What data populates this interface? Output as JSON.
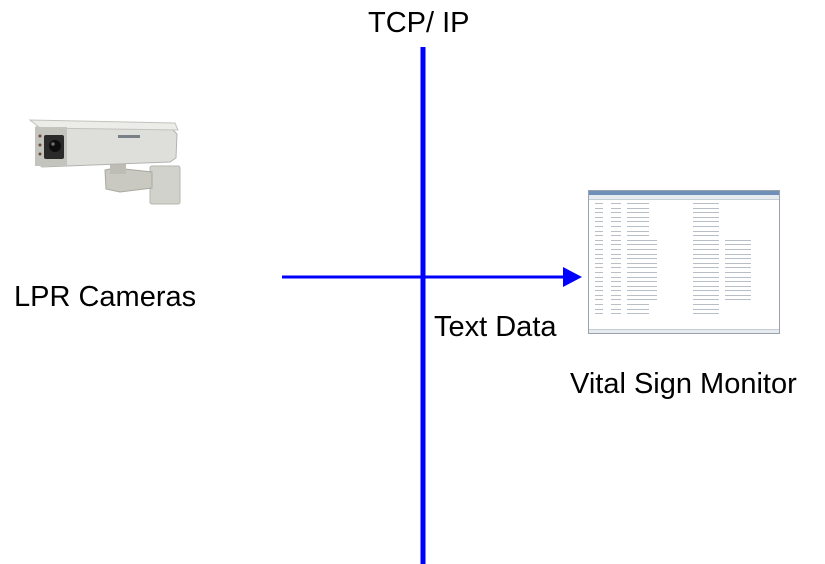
{
  "network": {
    "label": "TCP/ IP"
  },
  "source": {
    "label": "LPR Cameras",
    "icon": "lpr-camera-icon"
  },
  "flow": {
    "label": "Text Data"
  },
  "target": {
    "label": "Vital Sign Monitor",
    "icon": "vital-sign-monitor-screenshot"
  },
  "colors": {
    "line": "#0000ff",
    "text": "#000000",
    "background": "#ffffff"
  }
}
